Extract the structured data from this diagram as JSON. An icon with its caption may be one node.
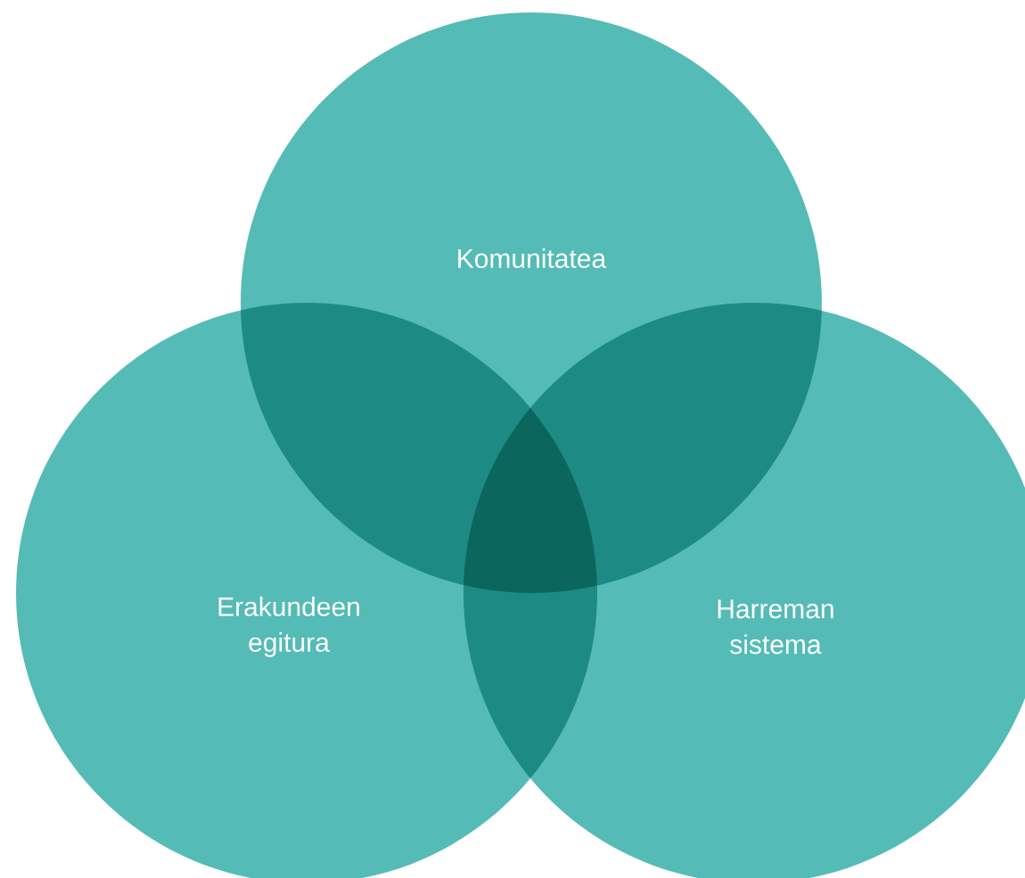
{
  "diagram": {
    "nodes": [
      {
        "text": [
          "Komunitatea"
        ]
      },
      {
        "text": [
          "Erakundeen egitura"
        ]
      },
      {
        "text": [
          "Harreman sistema"
        ]
      }
    ]
  }
}
